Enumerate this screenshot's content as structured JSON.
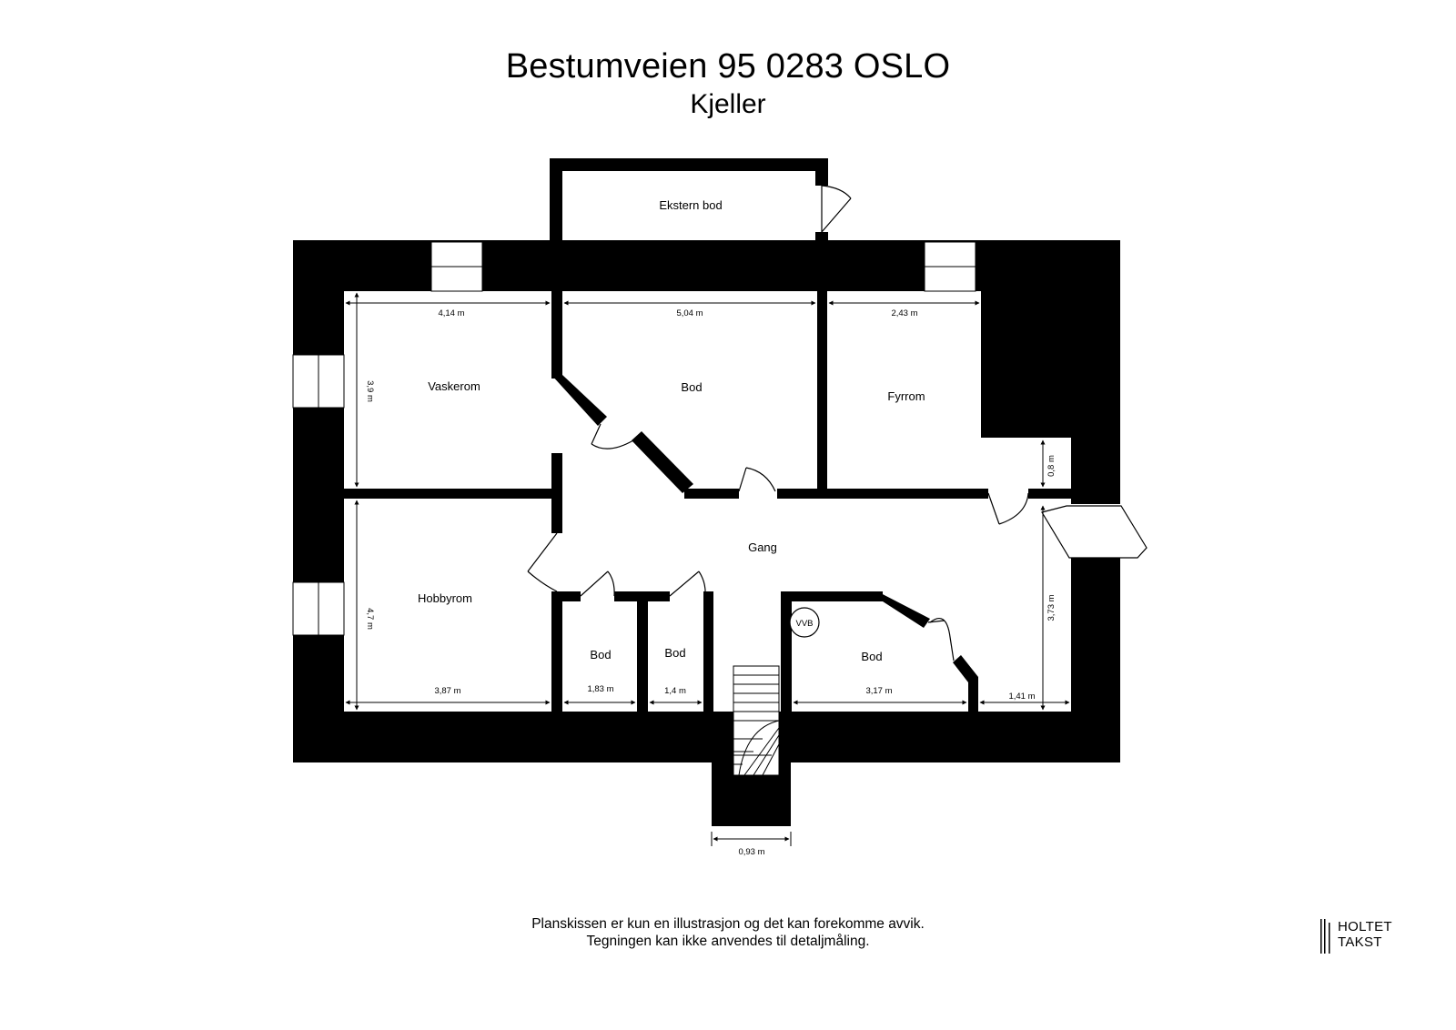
{
  "header": {
    "title": "Bestumveien 95 0283 OSLO",
    "subtitle": "Kjeller"
  },
  "rooms": {
    "ekstern_bod": "Ekstern bod",
    "vaskerom": "Vaskerom",
    "bod_top": "Bod",
    "fyrrom": "Fyrrom",
    "gang": "Gang",
    "hobbyrom": "Hobbyrom",
    "bod_small1": "Bod",
    "bod_small2": "Bod",
    "bod_right": "Bod",
    "vvb": "VVB"
  },
  "dimensions": {
    "vaskerom_width": "4,14 m",
    "bod_top_width": "5,04 m",
    "fyrrom_width": "2,43 m",
    "vaskerom_depth": "3,9 m",
    "passage_depth": "0,8 m",
    "hobbyrom_depth": "4,7 m",
    "gang_right_depth": "3,73 m",
    "hobbyrom_width": "3,87 m",
    "bod_small1_width": "1,83 m",
    "bod_small2_width": "1,4 m",
    "bod_right_width": "3,17 m",
    "corner_width": "1,41 m",
    "stair_width": "0,93 m"
  },
  "footer": {
    "disclaimer_line1": "Planskissen er kun en illustrasjon og det kan forekomme avvik.",
    "disclaimer_line2": "Tegningen kan ikke anvendes til detaljmåling.",
    "logo_line1": "HOLTET",
    "logo_line2": "TAKST"
  },
  "colors": {
    "wall": "#000000",
    "background": "#ffffff"
  }
}
